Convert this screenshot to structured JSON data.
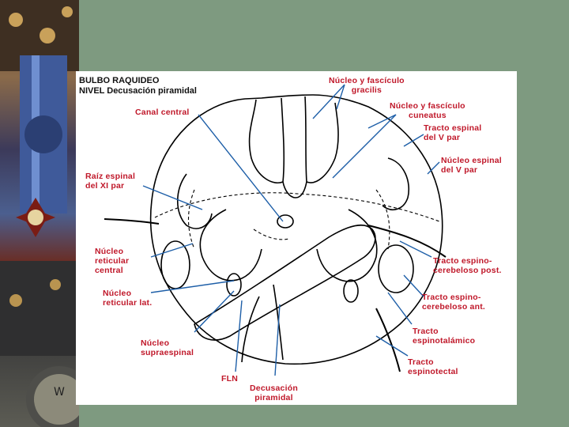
{
  "title": {
    "line1": "BULBO RAQUIDEO",
    "line2": "NIVEL Decusación piramidal"
  },
  "labels": {
    "gracilis": "Núcleo y fascículo\ngracilis",
    "cuneatus": "Núcleo y fascículo\ncuneatus",
    "tracto_espinal_v": "Tracto espinal\ndel V par",
    "nucleo_espinal_v": "Núcleo espinal\ndel V par",
    "canal_central": "Canal central",
    "raiz_xi": "Raíz espinal\ndel XI par",
    "nucleo_reticular_central": "Núcleo\nreticular\ncentral",
    "nucleo_reticular_lat": "Núcleo\nreticular lat.",
    "nucleo_supraespinal": "Núcleo\nsupraespinal",
    "fln": "FLN",
    "decusacion": "Decusación\npiramidal",
    "espinocerebeloso_post": "Tracto espino-\ncerebeloso post.",
    "espinocerebeloso_ant": "Tracto espino-\ncerebeloso ant.",
    "espinotalamico": "Tracto\nespinotalámico",
    "espinotectal": "Tracto\nespinotectal"
  },
  "colors": {
    "label": "#c0182a",
    "pointer": "#1e5fa8",
    "background": "#7e9a80"
  }
}
